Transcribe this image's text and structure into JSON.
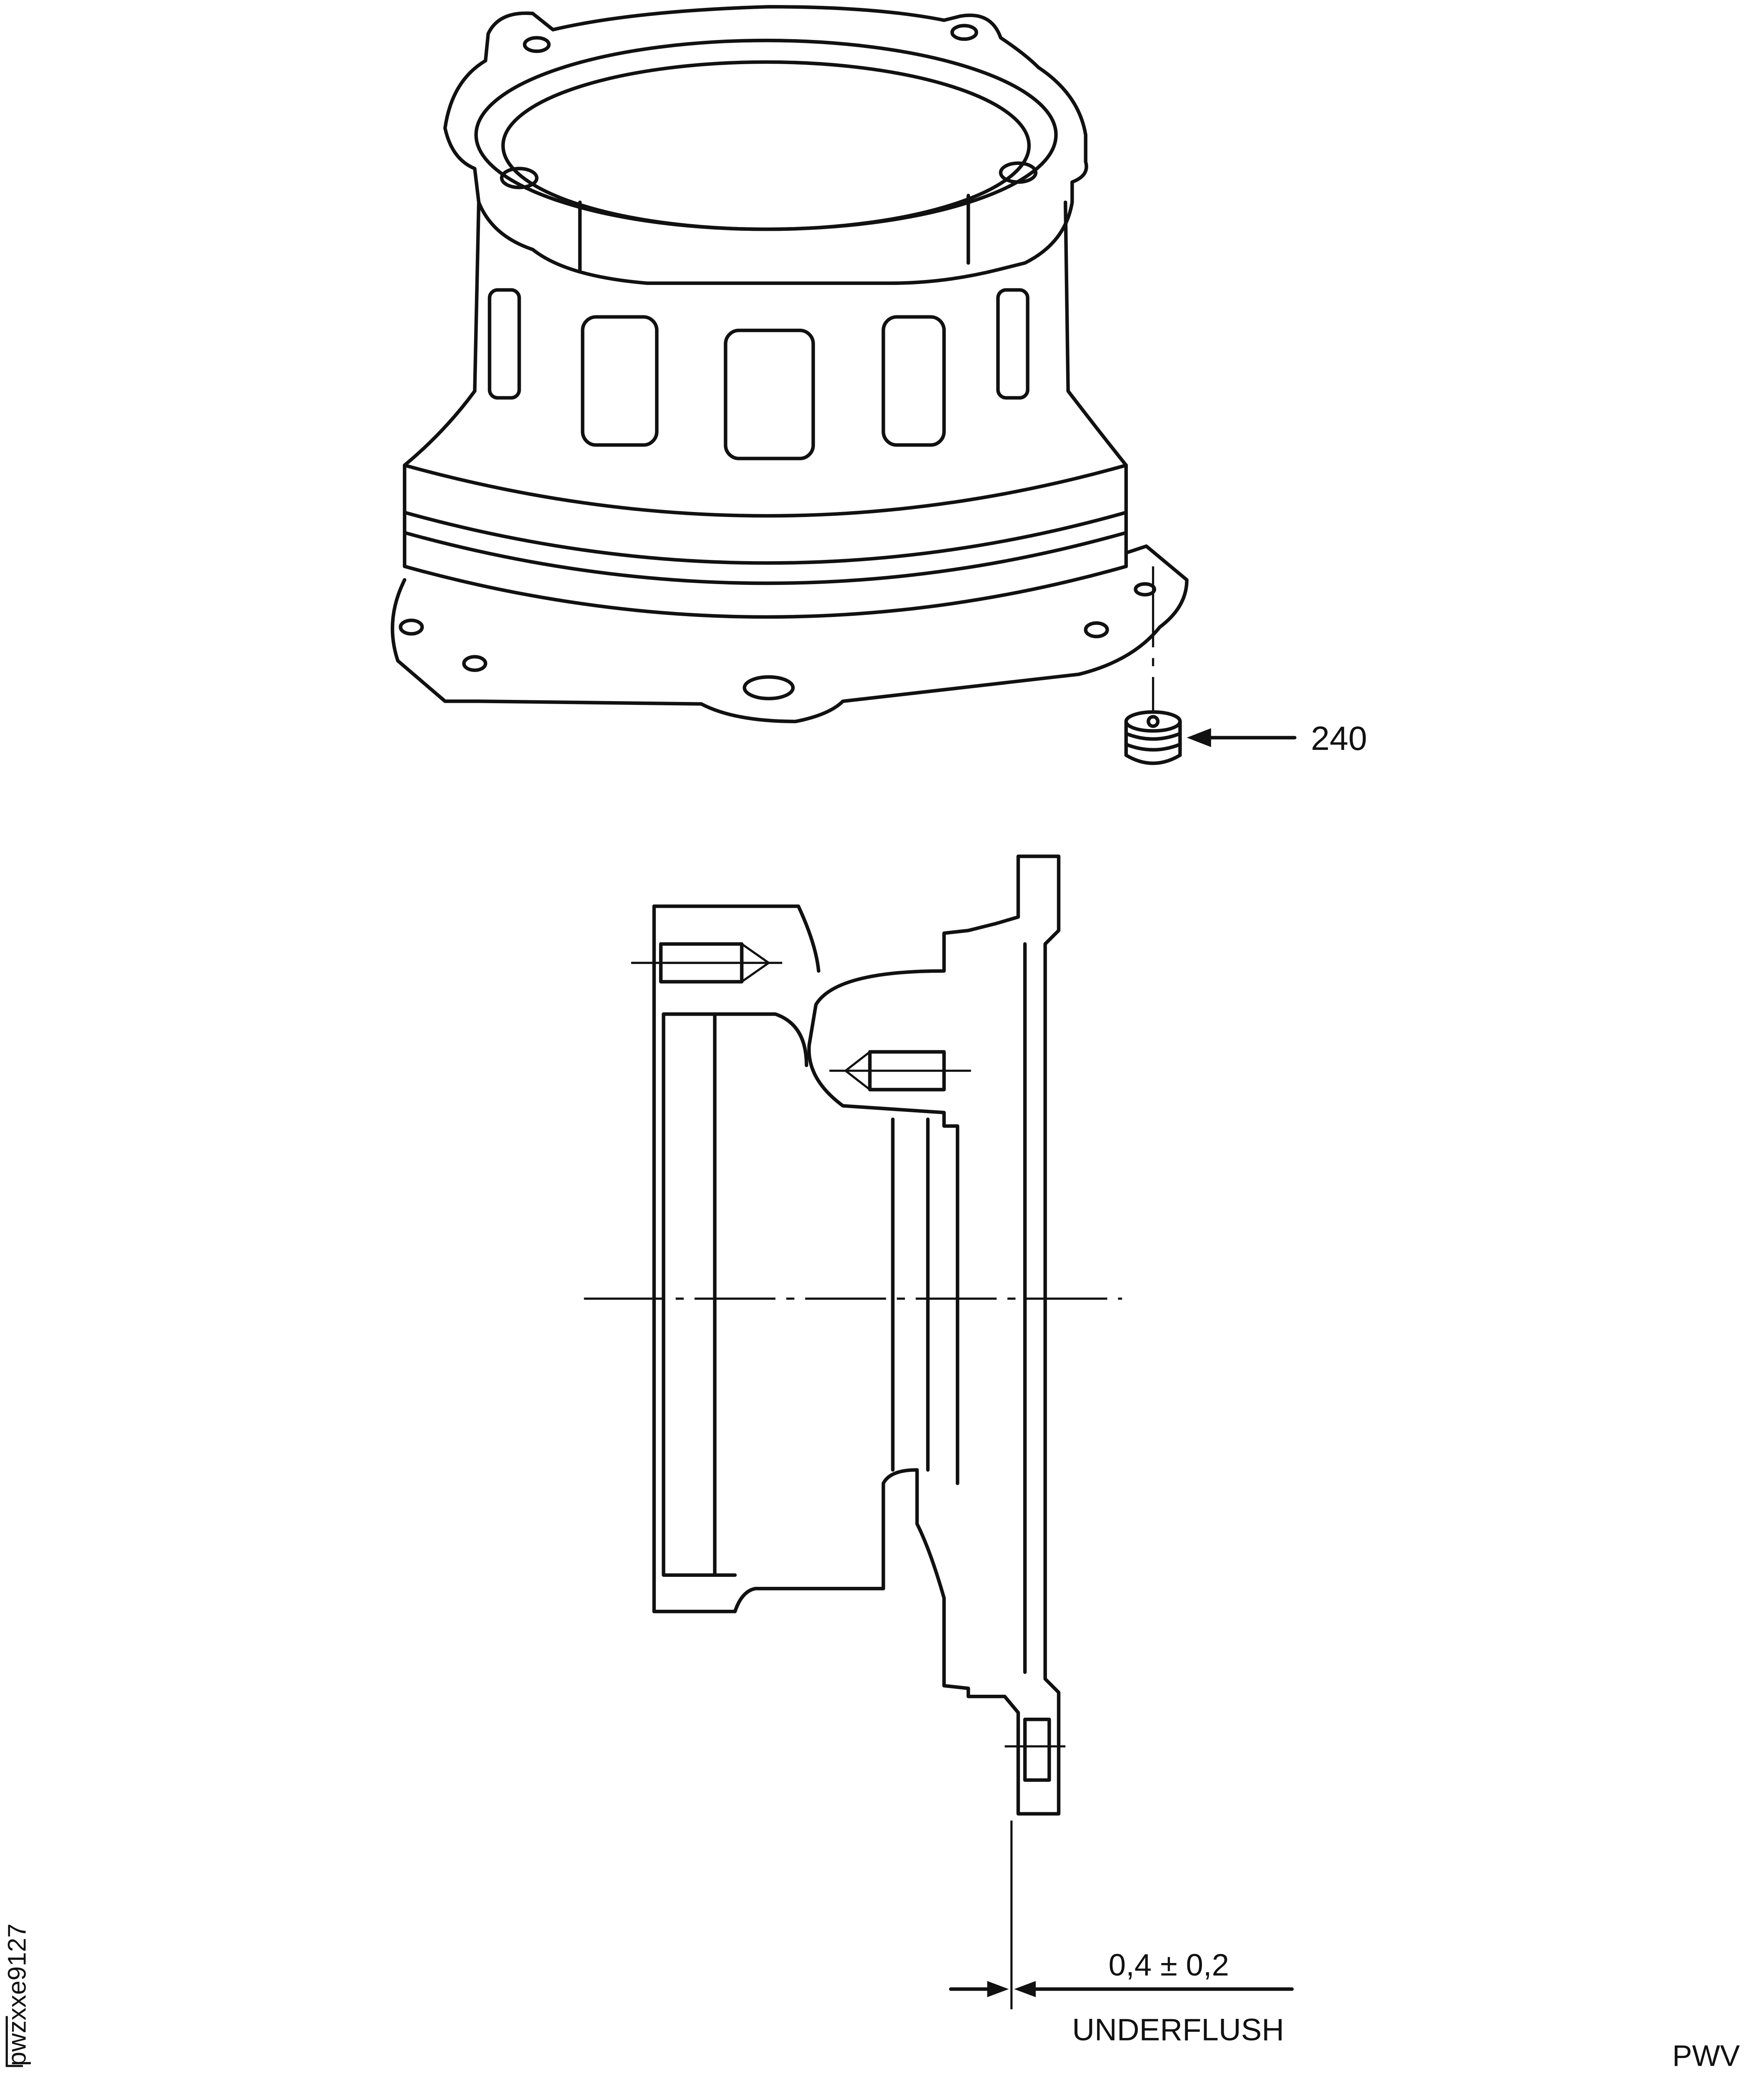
{
  "drawing": {
    "callout_item": "240",
    "dimension_value": "0,4 ± 0,2",
    "dimension_note": "UNDERFLUSH",
    "figure_id": "pwzxxe9127",
    "corner_label": "PWV"
  },
  "colors": {
    "line": "#111111",
    "background": "#ffffff"
  }
}
